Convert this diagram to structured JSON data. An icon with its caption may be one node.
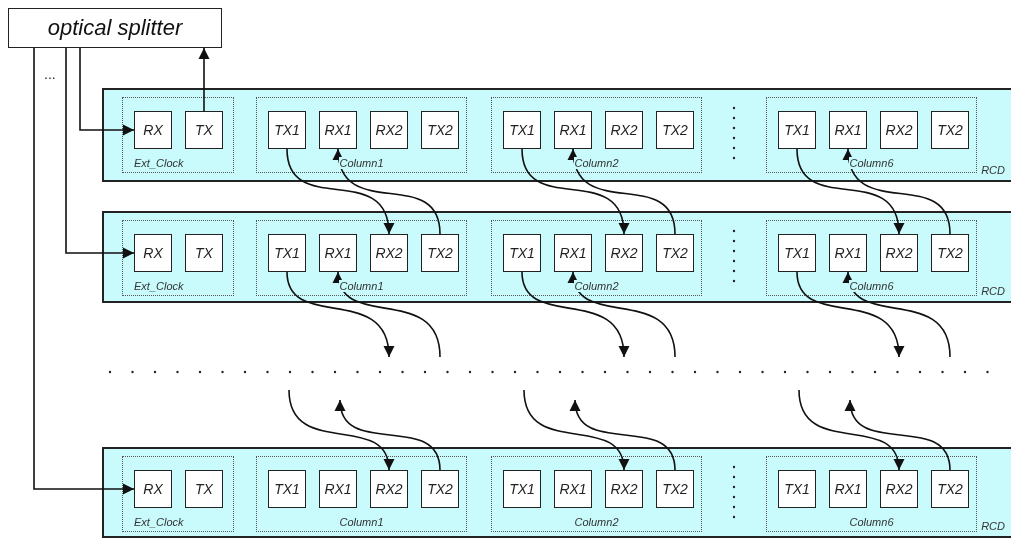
{
  "diagram": {
    "nodes": [
      {
        "text": [
          "optical splitter"
        ]
      },
      {
        "text": [
          "RCD"
        ]
      },
      {
        "text": [
          "Ext_Clock"
        ],
        "in": 1
      },
      {
        "text": [
          "RX"
        ],
        "in": 2
      },
      {
        "text": [
          "TX"
        ],
        "in": 2
      },
      {
        "text": [
          "Column1"
        ],
        "in": 1
      },
      {
        "text": [
          "TX1"
        ],
        "in": 5
      },
      {
        "text": [
          "RX1"
        ],
        "in": 5
      },
      {
        "text": [
          "RX2"
        ],
        "in": 5
      },
      {
        "text": [
          "TX2"
        ],
        "in": 5
      },
      {
        "text": [
          "Column2"
        ],
        "in": 1
      },
      {
        "text": [
          "TX1"
        ],
        "in": 10
      },
      {
        "text": [
          "RX1"
        ],
        "in": 10
      },
      {
        "text": [
          "RX2"
        ],
        "in": 10
      },
      {
        "text": [
          "TX2"
        ],
        "in": 10
      },
      {
        "text": [
          "Column6"
        ],
        "in": 1
      },
      {
        "text": [
          "TX1"
        ],
        "in": 15
      },
      {
        "text": [
          "RX1"
        ],
        "in": 15
      },
      {
        "text": [
          "RX2"
        ],
        "in": 15
      },
      {
        "text": [
          "TX2"
        ],
        "in": 15
      },
      {
        "text": [
          "RCD"
        ]
      },
      {
        "text": [
          "Ext_Clock"
        ],
        "in": 20
      },
      {
        "text": [
          "RX"
        ],
        "in": 21
      },
      {
        "text": [
          "TX"
        ],
        "in": 21
      },
      {
        "text": [
          "Column1"
        ],
        "in": 20
      },
      {
        "text": [
          "TX1"
        ],
        "in": 24
      },
      {
        "text": [
          "RX1"
        ],
        "in": 24
      },
      {
        "text": [
          "RX2"
        ],
        "in": 24
      },
      {
        "text": [
          "TX2"
        ],
        "in": 24
      },
      {
        "text": [
          "Column2"
        ],
        "in": 20
      },
      {
        "text": [
          "TX1"
        ],
        "in": 29
      },
      {
        "text": [
          "RX1"
        ],
        "in": 29
      },
      {
        "text": [
          "RX2"
        ],
        "in": 29
      },
      {
        "text": [
          "TX2"
        ],
        "in": 29
      },
      {
        "text": [
          "Column6"
        ],
        "in": 20
      },
      {
        "text": [
          "TX1"
        ],
        "in": 34
      },
      {
        "text": [
          "RX1"
        ],
        "in": 34
      },
      {
        "text": [
          "RX2"
        ],
        "in": 34
      },
      {
        "text": [
          "TX2"
        ],
        "in": 34
      },
      {
        "text": [
          "RCD"
        ]
      },
      {
        "text": [
          "Ext_Clock"
        ],
        "in": 39
      },
      {
        "text": [
          "RX"
        ],
        "in": 40
      },
      {
        "text": [
          "TX"
        ],
        "in": 40
      },
      {
        "text": [
          "Column1"
        ],
        "in": 39
      },
      {
        "text": [
          "TX1"
        ],
        "in": 43
      },
      {
        "text": [
          "RX1"
        ],
        "in": 43
      },
      {
        "text": [
          "RX2"
        ],
        "in": 43
      },
      {
        "text": [
          "TX2"
        ],
        "in": 43
      },
      {
        "text": [
          "Column2"
        ],
        "in": 39
      },
      {
        "text": [
          "TX1"
        ],
        "in": 48
      },
      {
        "text": [
          "RX1"
        ],
        "in": 48
      },
      {
        "text": [
          "RX2"
        ],
        "in": 48
      },
      {
        "text": [
          "TX2"
        ],
        "in": 48
      },
      {
        "text": [
          "Column6"
        ],
        "in": 39
      },
      {
        "text": [
          "TX1"
        ],
        "in": 53
      },
      {
        "text": [
          "RX1"
        ],
        "in": 53
      },
      {
        "text": [
          "RX2"
        ],
        "in": 53
      },
      {
        "text": [
          "TX2"
        ],
        "in": 53
      }
    ],
    "edges": [
      {
        "from": 0,
        "to": 3,
        "arrow": "to"
      },
      {
        "from": 4,
        "to": 0,
        "arrow": "to"
      },
      {
        "from": 0,
        "to": 22,
        "arrow": "to"
      },
      {
        "from": 0,
        "to": 41,
        "arrow": "to"
      },
      {
        "from": 6,
        "to": 27,
        "arrow": "to"
      },
      {
        "from": 28,
        "to": 7,
        "arrow": "to"
      },
      {
        "from": 11,
        "to": 32,
        "arrow": "to"
      },
      {
        "from": 33,
        "to": 12,
        "arrow": "to"
      },
      {
        "from": 16,
        "to": 37,
        "arrow": "to"
      },
      {
        "from": 38,
        "to": 17,
        "arrow": "to"
      },
      {
        "from": 25,
        "to": null,
        "arrow": "to"
      },
      {
        "from": null,
        "to": 26,
        "arrow": "to"
      },
      {
        "from": 30,
        "to": null,
        "arrow": "to"
      },
      {
        "from": null,
        "to": 31,
        "arrow": "to"
      },
      {
        "from": 35,
        "to": null,
        "arrow": "to"
      },
      {
        "from": null,
        "to": 36,
        "arrow": "to"
      },
      {
        "from": null,
        "to": 46,
        "arrow": "to"
      },
      {
        "from": 47,
        "to": null,
        "arrow": "to"
      },
      {
        "from": null,
        "to": 51,
        "arrow": "to"
      },
      {
        "from": 52,
        "to": null,
        "arrow": "to"
      },
      {
        "from": null,
        "to": 56,
        "arrow": "to"
      },
      {
        "from": 57,
        "to": null,
        "arrow": "to"
      }
    ],
    "labels": [
      "..."
    ]
  }
}
